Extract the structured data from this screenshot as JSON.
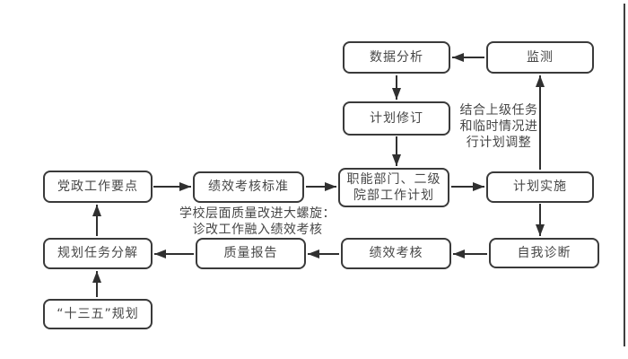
{
  "diagram": {
    "type": "flowchart",
    "nodes": {
      "data_analysis": "数据分析",
      "monitoring": "监测",
      "plan_revision": "计划修订",
      "dept_work_plan": "职能部门、二级\n院部工作计划",
      "plan_implementation": "计划实施",
      "party_work_points": "党政工作要点",
      "performance_standard": "绩效考核标准",
      "plan_task_decomposition": "规划任务分解",
      "quality_report": "质量报告",
      "performance_assessment": "绩效考核",
      "self_diagnosis": "自我诊断",
      "five_year_plan": "“十三五”规划"
    },
    "annotations": {
      "adjust_note": "结合上级任务\n和临时情况进\n行计划调整",
      "spiral_note": "学校层面质量改进大螺旋：\n诊改工作融入绩效考核"
    },
    "edges": [
      {
        "from": "monitoring",
        "to": "data_analysis"
      },
      {
        "from": "data_analysis",
        "to": "plan_revision"
      },
      {
        "from": "plan_revision",
        "to": "dept_work_plan"
      },
      {
        "from": "party_work_points",
        "to": "performance_standard"
      },
      {
        "from": "performance_standard",
        "to": "dept_work_plan"
      },
      {
        "from": "dept_work_plan",
        "to": "plan_implementation"
      },
      {
        "from": "plan_implementation",
        "to": "monitoring"
      },
      {
        "from": "plan_implementation",
        "to": "self_diagnosis"
      },
      {
        "from": "self_diagnosis",
        "to": "performance_assessment"
      },
      {
        "from": "performance_assessment",
        "to": "quality_report"
      },
      {
        "from": "quality_report",
        "to": "plan_task_decomposition"
      },
      {
        "from": "plan_task_decomposition",
        "to": "party_work_points"
      },
      {
        "from": "five_year_plan",
        "to": "plan_task_decomposition"
      }
    ],
    "colors": {
      "box_border": "#3a3a3a",
      "box_background": "#ffffff",
      "text": "#474747",
      "arrow": "#303030",
      "page_background": "#ffffff"
    }
  }
}
